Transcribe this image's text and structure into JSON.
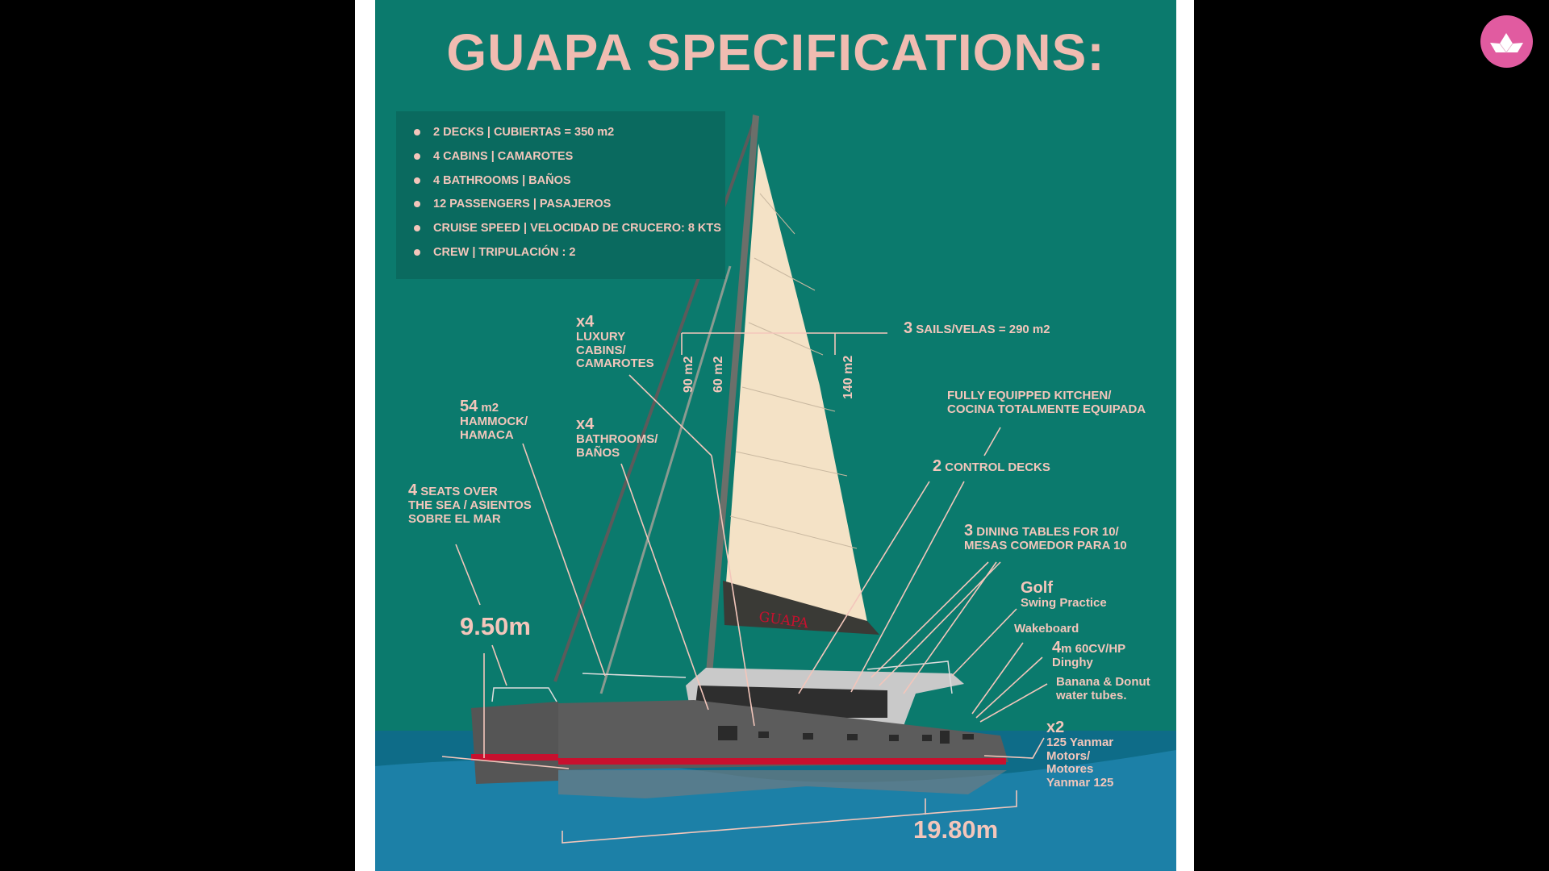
{
  "title": "GUAPA SPECIFICATIONS:",
  "specs": [
    "2 DECKS | CUBIERTAS = 350 m2",
    "4 CABINS | CAMAROTES",
    "4 BATHROOMS | BAÑOS",
    "12 PASSENGERS | PASAJEROS",
    "CRUISE SPEED | VELOCIDAD DE CRUCERO:  8 KTS",
    "CREW | TRIPULACIÓN : 2"
  ],
  "labels": {
    "cabins": {
      "num": "x4",
      "lines": [
        "LUXURY",
        "CABINS/",
        "CAMAROTES"
      ]
    },
    "hammock": {
      "num": "54",
      "unit": "m2",
      "lines": [
        "HAMMOCK/",
        "HAMACA"
      ]
    },
    "bathrooms": {
      "num": "x4",
      "lines": [
        "BATHROOMS/",
        "BAÑOS"
      ]
    },
    "seats": {
      "num": "4",
      "lines": [
        "SEATS OVER",
        "THE SEA / ASIENTOS",
        "SOBRE EL MAR"
      ]
    },
    "sails": {
      "num": "3",
      "text": "SAILS/VELAS = 290 m2"
    },
    "sail_areas": [
      "90 m2",
      "60 m2",
      "140 m2"
    ],
    "kitchen": {
      "lines": [
        "FULLY EQUIPPED KITCHEN/",
        "COCINA TOTALMENTE EQUIPADA"
      ]
    },
    "control": {
      "num": "2",
      "text": "CONTROL DECKS"
    },
    "dining": {
      "num": "3",
      "lines": [
        "DINING TABLES FOR 10/",
        "MESAS COMEDOR PARA 10"
      ]
    },
    "golf": {
      "title": "Golf",
      "sub": "Swing Practice"
    },
    "wakeboard": "Wakeboard",
    "dinghy": {
      "num": "4",
      "unit": "m 60CV/HP",
      "sub": "Dinghy"
    },
    "tubes": {
      "lines": [
        "Banana & Donut",
        "water tubes."
      ]
    },
    "motors": {
      "num": "x2",
      "lines": [
        "125 Yanmar",
        "Motors/",
        "Motores",
        "Yanmar 125"
      ]
    },
    "beam": "9.50m",
    "length": "19.80m",
    "boat_name": "GUAPA"
  },
  "colors": {
    "teal": "#0b7a6d",
    "pink": "#f3c6bb",
    "sail": "#f4e2c6",
    "hull": "#5a5a5a",
    "stripe": "#c8102e",
    "water": "#1b7fa6",
    "logo": "#e15ba0"
  },
  "icons": {
    "logo": "paper-boat-icon"
  }
}
